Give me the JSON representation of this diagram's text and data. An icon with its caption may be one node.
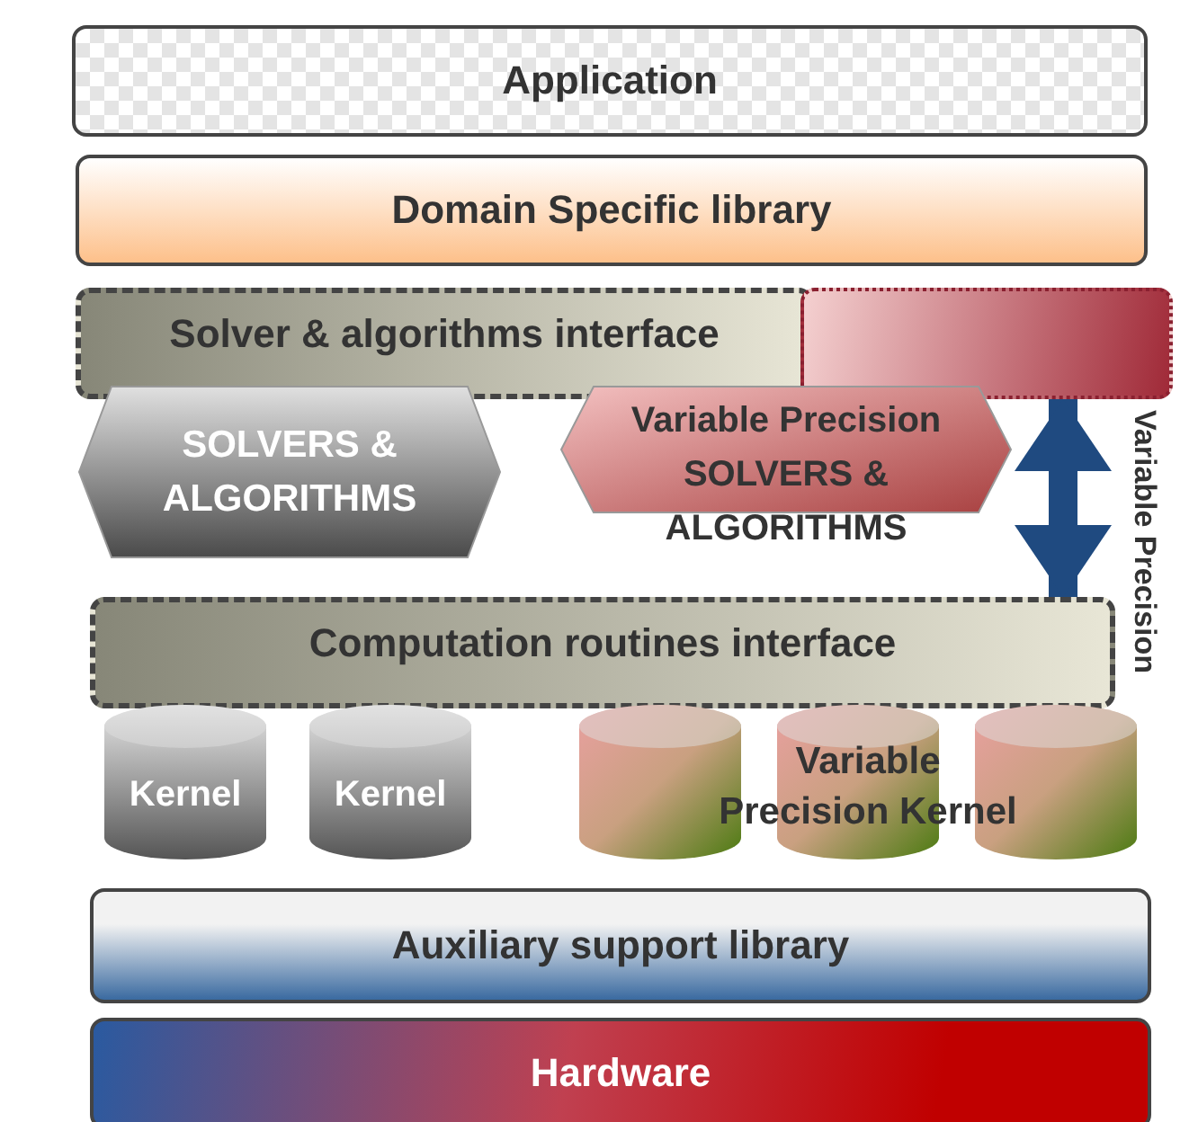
{
  "diagram": {
    "nodes": [
      {
        "text": [
          "Application"
        ]
      },
      {
        "text": [
          "Domain Specific library"
        ]
      },
      {
        "text": [
          "Solver & algorithms interface"
        ]
      },
      {
        "text": [],
        "shape": "box"
      },
      {
        "text": [
          "SOLVERS & ALGORITHMS"
        ]
      },
      {
        "text": [
          "Variable Precision SOLVERS & ALGORITHMS"
        ]
      },
      {
        "text": [
          "Computation routines interface"
        ]
      },
      {
        "text": [
          "Kernel"
        ]
      },
      {
        "text": [
          "Kernel"
        ]
      },
      {
        "text": [],
        "shape": "cylinder"
      },
      {
        "text": [],
        "shape": "cylinder"
      },
      {
        "text": [],
        "shape": "cylinder"
      },
      {
        "text": [
          "Auxiliary support library"
        ]
      },
      {
        "text": [
          "Hardware"
        ]
      }
    ],
    "edges": [
      {
        "from": 3,
        "to": 6,
        "arrow": "both",
        "label": "Variable Precision"
      }
    ],
    "labels": [
      "Variable Precision Kernel"
    ]
  }
}
